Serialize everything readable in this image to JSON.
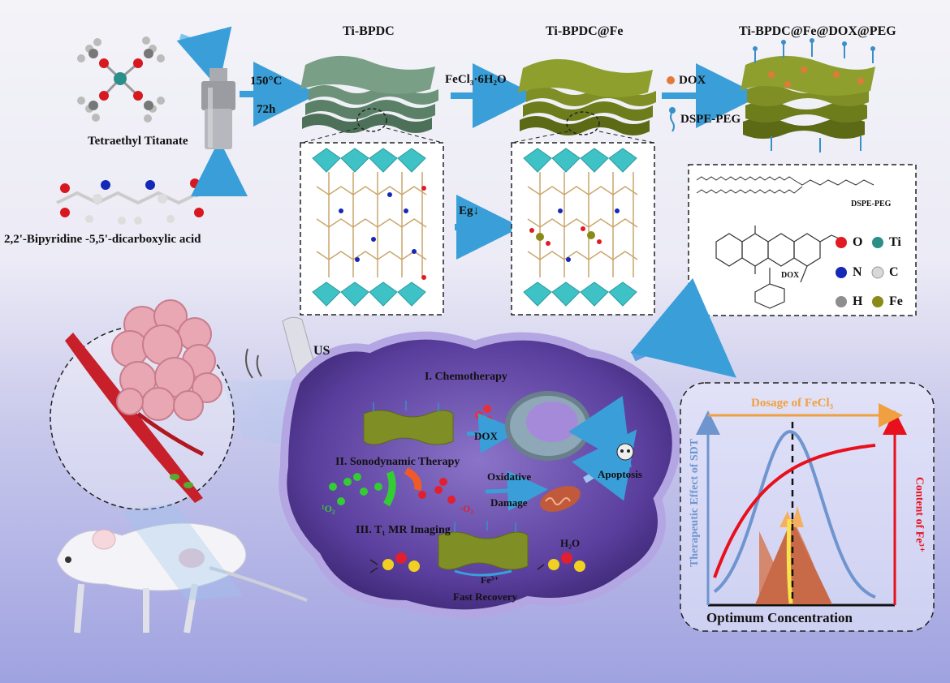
{
  "top": {
    "precursor1": "Tetraethyl Titanate",
    "precursor2": "2,2'-Bipyridine -5,5'-dicarboxylic acid",
    "cond_temp": "150°C",
    "cond_time": "72h",
    "mat1": "Ti-BPDC",
    "reagent1": "FeCl₃·6H₂O",
    "mat2": "Ti-BPDC@Fe",
    "mat3": "Ti-BPDC@Fe@DOX@PEG",
    "dox_label": "DOX",
    "peg_label": "DSPE-PEG",
    "eg_label": "Eg↓",
    "struct_dspe": "DSPE-PEG",
    "struct_dox": "DOX"
  },
  "legend": [
    {
      "sym": "O",
      "color": "#e11b24"
    },
    {
      "sym": "Ti",
      "color": "#2a8f8a"
    },
    {
      "sym": "N",
      "color": "#1628b8"
    },
    {
      "sym": "C",
      "color": "#d8d8d8"
    },
    {
      "sym": "H",
      "color": "#8e8e8e"
    },
    {
      "sym": "Fe",
      "color": "#8a8a18"
    }
  ],
  "bottom": {
    "us": "US",
    "chemo": "I. Chemotherapy",
    "dox": "DOX",
    "sdt": "II. Sonodynamic Therapy",
    "singlet_o2": "¹O₂",
    "oxidative": "Oxidative",
    "damage": "Damage",
    "apoptosis": "Apoptosis",
    "o2": "·O₂",
    "imaging": "III. T₁ MR Imaging",
    "h2o": "H₂O",
    "fe3": "Fe³⁺",
    "fast_recovery": "Fast Recovery"
  },
  "chart": {
    "top_axis": "Dosage of FeCl₃",
    "left_axis": "Therapeutic Effect of SDT",
    "right_axis": "Content of Fe³⁺",
    "bottom_axis": "Optimum Concentration",
    "colors": {
      "left": "#6f95cf",
      "right": "#e8101c",
      "top": "#f0a040"
    }
  }
}
